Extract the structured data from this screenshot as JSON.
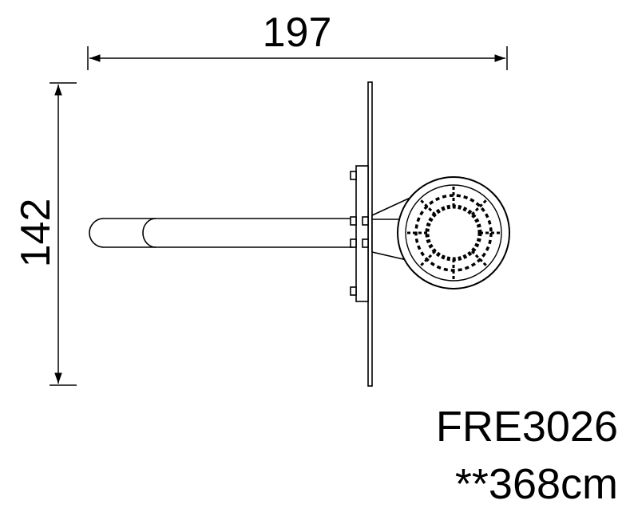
{
  "dimensions": {
    "width_value": "197",
    "height_value": "142"
  },
  "labels": {
    "model_code": "FRE3026",
    "height_note": "**368cm"
  },
  "colors": {
    "line": "#000000",
    "background": "#ffffff"
  }
}
